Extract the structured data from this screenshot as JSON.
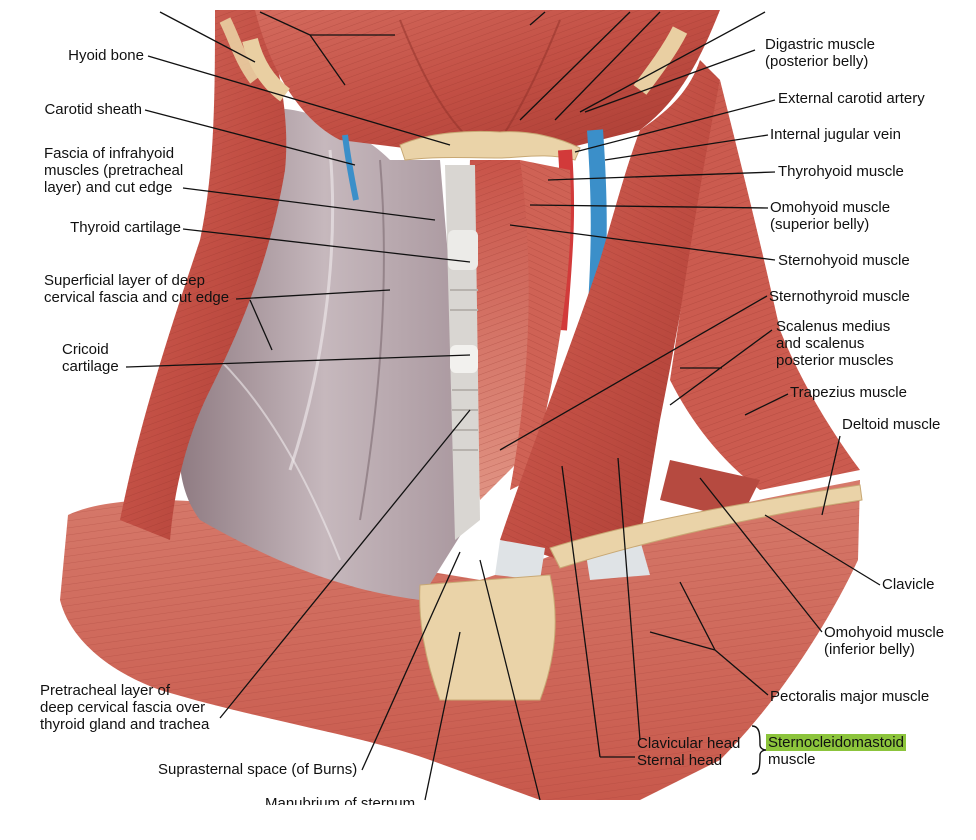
{
  "labels_left": {
    "hyoid_bone": "Hyoid bone",
    "carotid_sheath": "Carotid sheath",
    "fascia_infrahyoid": "Fascia of infrahyoid\nmuscles (pretracheal\nlayer) and cut edge",
    "thyroid_cartilage": "Thyroid cartilage",
    "superficial_layer": "Superficial layer of deep\ncervical fascia and cut edge",
    "cricoid_cartilage": "Cricoid\ncartilage",
    "pretracheal_layer": "Pretracheal layer of\ndeep cervical fascia over\nthyroid gland and trachea",
    "suprasternal_space": "Suprasternal space (of Burns)",
    "manubrium": "Manubrium of sternum"
  },
  "labels_right": {
    "digastric": "Digastric muscle\n(posterior belly)",
    "external_carotid": "External carotid artery",
    "internal_jugular": "Internal jugular vein",
    "thyrohyoid": "Thyrohyoid muscle",
    "omohyoid_superior": "Omohyoid muscle\n(superior belly)",
    "sternohyoid": "Sternohyoid muscle",
    "sternothyroid": "Sternothyroid muscle",
    "scalenus": "Scalenus medius\nand scalenus\nposterior muscles",
    "trapezius": "Trapezius muscle",
    "deltoid": "Deltoid muscle",
    "clavicle": "Clavicle",
    "omohyoid_inferior": "Omohyoid muscle\n(inferior belly)",
    "pectoralis": "Pectoralis major muscle",
    "clavicular_head": "Clavicular head",
    "sternal_head": "Sternal head",
    "scm_highlight": "Sternocleidomastoid",
    "scm_muscle": "muscle"
  },
  "colors": {
    "muscle": "#c9574b",
    "muscle_dark": "#a63a32",
    "muscle_light": "#e08a7c",
    "fascia": "#b9a9b0",
    "fascia_dark": "#8f7f88",
    "bone": "#e9cfa2",
    "tendon": "#dfe3e6",
    "artery": "#d23a3a",
    "vein": "#3b8fc9",
    "leader": "#111111",
    "highlight": "#8cc43c"
  }
}
